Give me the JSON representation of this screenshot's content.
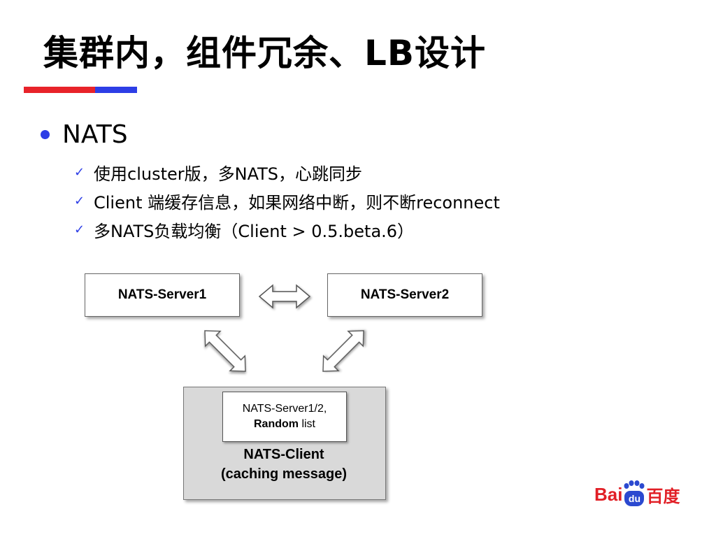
{
  "slide": {
    "title": "集群内，组件冗余、LB设计",
    "bullet": "NATS",
    "subbullets": [
      "使用cluster版，多NATS，心跳同步",
      "Client 端缓存信息，如果网络中断，则不断reconnect",
      "多NATS负载均衡（Client > 0.5.beta.6）"
    ]
  },
  "diagram": {
    "server1": "NATS-Server1",
    "server2": "NATS-Server2",
    "client_inner_line1": "NATS-Server1/2,",
    "client_inner_bold": "Random",
    "client_inner_rest": " list",
    "client_label_line1": "NATS-Client",
    "client_label_line2": "(caching message)"
  },
  "logo": {
    "bai": "Bai",
    "du": "du",
    "cn": "百度"
  },
  "colors": {
    "red_bar": "#e8232a",
    "blue_bar": "#2d3ee6",
    "accent": "#2d3ee6"
  }
}
